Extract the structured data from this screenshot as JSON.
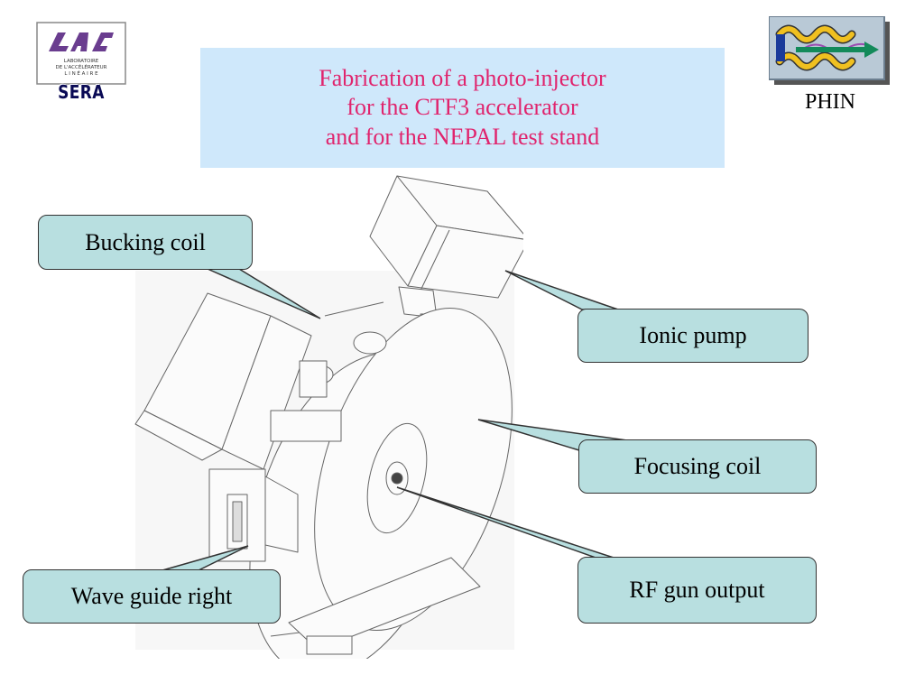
{
  "title": {
    "line1": "Fabrication of a photo-injector",
    "line2": "for the CTF3 accelerator",
    "line3": "and for the NEPAL test stand"
  },
  "logos": {
    "left": {
      "lines": [
        "LABORATOIRE",
        "DE L'ACCÉLÉRATEUR",
        "L I N É A I R E"
      ],
      "caption": "SERA"
    },
    "right": {
      "caption": "PHIN"
    }
  },
  "callouts": {
    "bucking_coil": "Bucking coil",
    "ionic_pump": "Ionic pump",
    "focusing_coil": "Focusing coil",
    "rf_gun_output": "RF gun output",
    "wave_guide_right": "Wave guide right"
  },
  "colors": {
    "title_text": "#e0246d",
    "title_background": "#cfe8fb",
    "callout_fill": "#b8dfe0",
    "logo_purple": "#6a3d8f",
    "logo_navy": "#0a0a55"
  }
}
